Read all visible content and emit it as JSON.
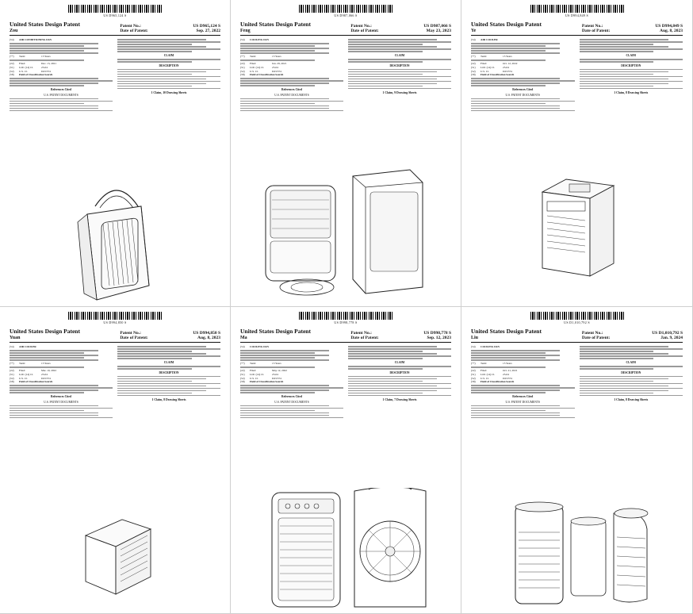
{
  "pages": [
    {
      "patent_no": "US D965,124 S",
      "date": "Sep. 27, 2022",
      "inventor": "Zou",
      "title": "AIR CONDITIONING FAN",
      "term": "15 Years",
      "filed": "Dec. 13, 2021",
      "loc": "23-04",
      "us_cl": "D23/374",
      "footer": "1 Claim, 10 Drawing Sheets"
    },
    {
      "patent_no": "US D987,066 S",
      "date": "May 23, 2023",
      "inventor": "Feng",
      "title": "COOLING FAN",
      "term": "15 Years",
      "filed": "Jun. 29, 2021",
      "loc": "23-04",
      "us_cl": "D23/374",
      "footer": "1 Claim, 9 Drawing Sheets"
    },
    {
      "patent_no": "US D994,849 S",
      "date": "Aug. 8, 2023",
      "inventor": "Ye",
      "title": "AIR COOLER",
      "term": "15 Years",
      "filed": "Oct. 12, 2022",
      "loc": "23-04",
      "us_cl": "D23/374",
      "footer": "1 Claim, 8 Drawing Sheets"
    },
    {
      "patent_no": "US D994,850 S",
      "date": "Aug. 8, 2023",
      "inventor": "Yuan",
      "title": "AIR COOLER",
      "term": "15 Years",
      "filed": "Mar. 10, 2022",
      "loc": "23-04",
      "us_cl": "D23/374",
      "footer": "1 Claim, 8 Drawing Sheets"
    },
    {
      "patent_no": "US D998,778 S",
      "date": "Sep. 12, 2023",
      "inventor": "Ma",
      "title": "COOLING FAN",
      "term": "15 Years",
      "filed": "May 12, 2022",
      "loc": "23-04",
      "us_cl": "D23/374",
      "footer": "1 Claim, 7 Drawing Sheets"
    },
    {
      "patent_no": "US D1,010,792 S",
      "date": "Jan. 9, 2024",
      "inventor": "Liu",
      "title": "COOLING FAN",
      "term": "15 Years",
      "filed": "Oct. 21, 2021",
      "loc": "23-04",
      "us_cl": "D23/374",
      "footer": "1 Claim, 8 Drawing Sheets"
    }
  ],
  "labels": {
    "header": "United States Design Patent",
    "patent_no_label": "Patent No.:",
    "date_label": "Date of Patent:",
    "term_label": "Term:",
    "filed_label": "Filed:",
    "loc_label": "LOC (14) Cl.",
    "us_cl_label": "U.S. Cl.",
    "field_search": "Field of Classification Search",
    "references": "References Cited",
    "us_docs": "U.S. PATENT DOCUMENTS",
    "claim": "CLAIM",
    "description": "DESCRIPTION"
  }
}
